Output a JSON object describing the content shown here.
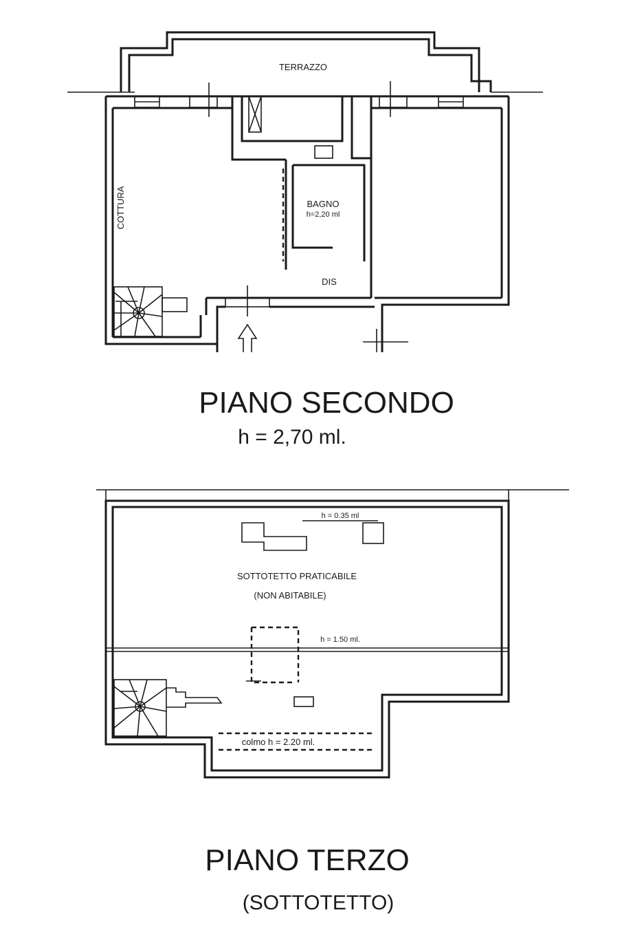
{
  "second_floor": {
    "title": "PIANO SECONDO",
    "height": "h = 2,70 ml.",
    "rooms": {
      "terrace": "TERRAZZO",
      "kitchen": "COTTURA",
      "bathroom": "BAGNO",
      "bathroom_height": "h=2,20 ml",
      "hall": "DIS"
    }
  },
  "third_floor": {
    "title": "PIANO TERZO",
    "subtitle": "(SOTTOTETTO)",
    "labels": {
      "attic_line1": "SOTTOTETTO PRATICABILE",
      "attic_line2": "(NON ABITABILE)",
      "height_low": "h = 0.35 ml",
      "height_mid": "h = 1.50 ml.",
      "ridge": "colmo  h = 2.20 ml."
    }
  }
}
